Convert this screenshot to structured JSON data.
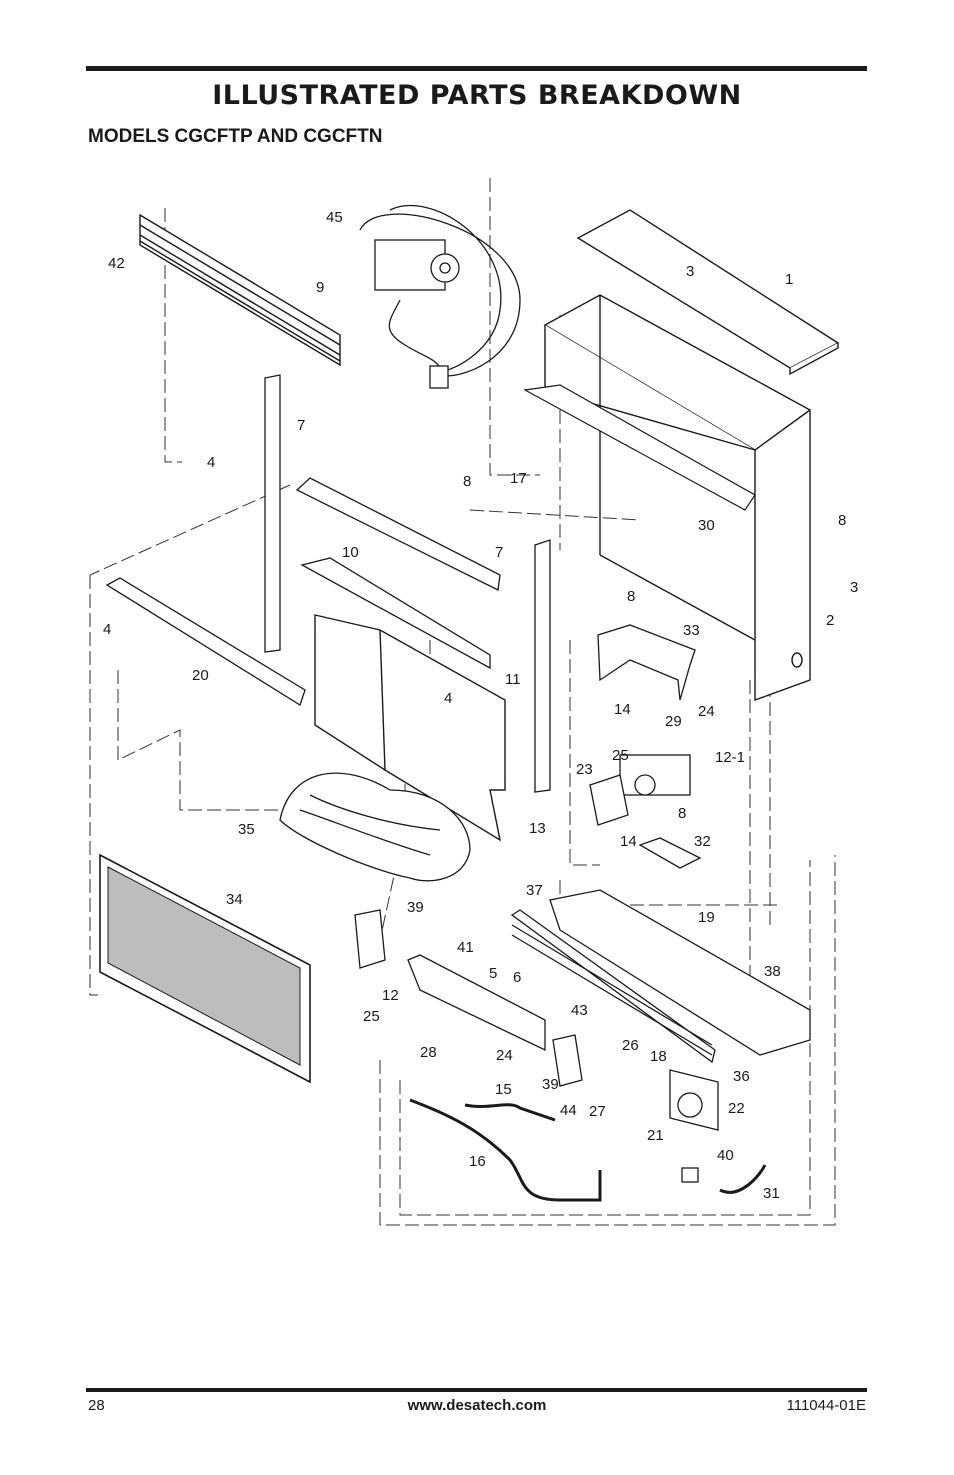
{
  "header": {
    "title": "ILLUSTRATED PARTS BREAKDOWN",
    "subtitle": "MODELS CGCFTP AND CGCFTN"
  },
  "callouts": [
    "45",
    "42",
    "9",
    "3",
    "1",
    "7",
    "4",
    "8",
    "17",
    "30",
    "8",
    "10",
    "7",
    "3",
    "8",
    "4",
    "20",
    "33",
    "2",
    "4",
    "11",
    "14",
    "29",
    "24",
    "12-1",
    "25",
    "23",
    "8",
    "35",
    "14",
    "32",
    "13",
    "37",
    "34",
    "39",
    "19",
    "41",
    "5",
    "6",
    "38",
    "12",
    "25",
    "28",
    "24",
    "43",
    "26",
    "18",
    "36",
    "39",
    "44",
    "27",
    "22",
    "15",
    "21",
    "16",
    "40",
    "31"
  ],
  "footer": {
    "page_number": "28",
    "website": "www.desatech.com",
    "doc_code": "111044-01E"
  }
}
